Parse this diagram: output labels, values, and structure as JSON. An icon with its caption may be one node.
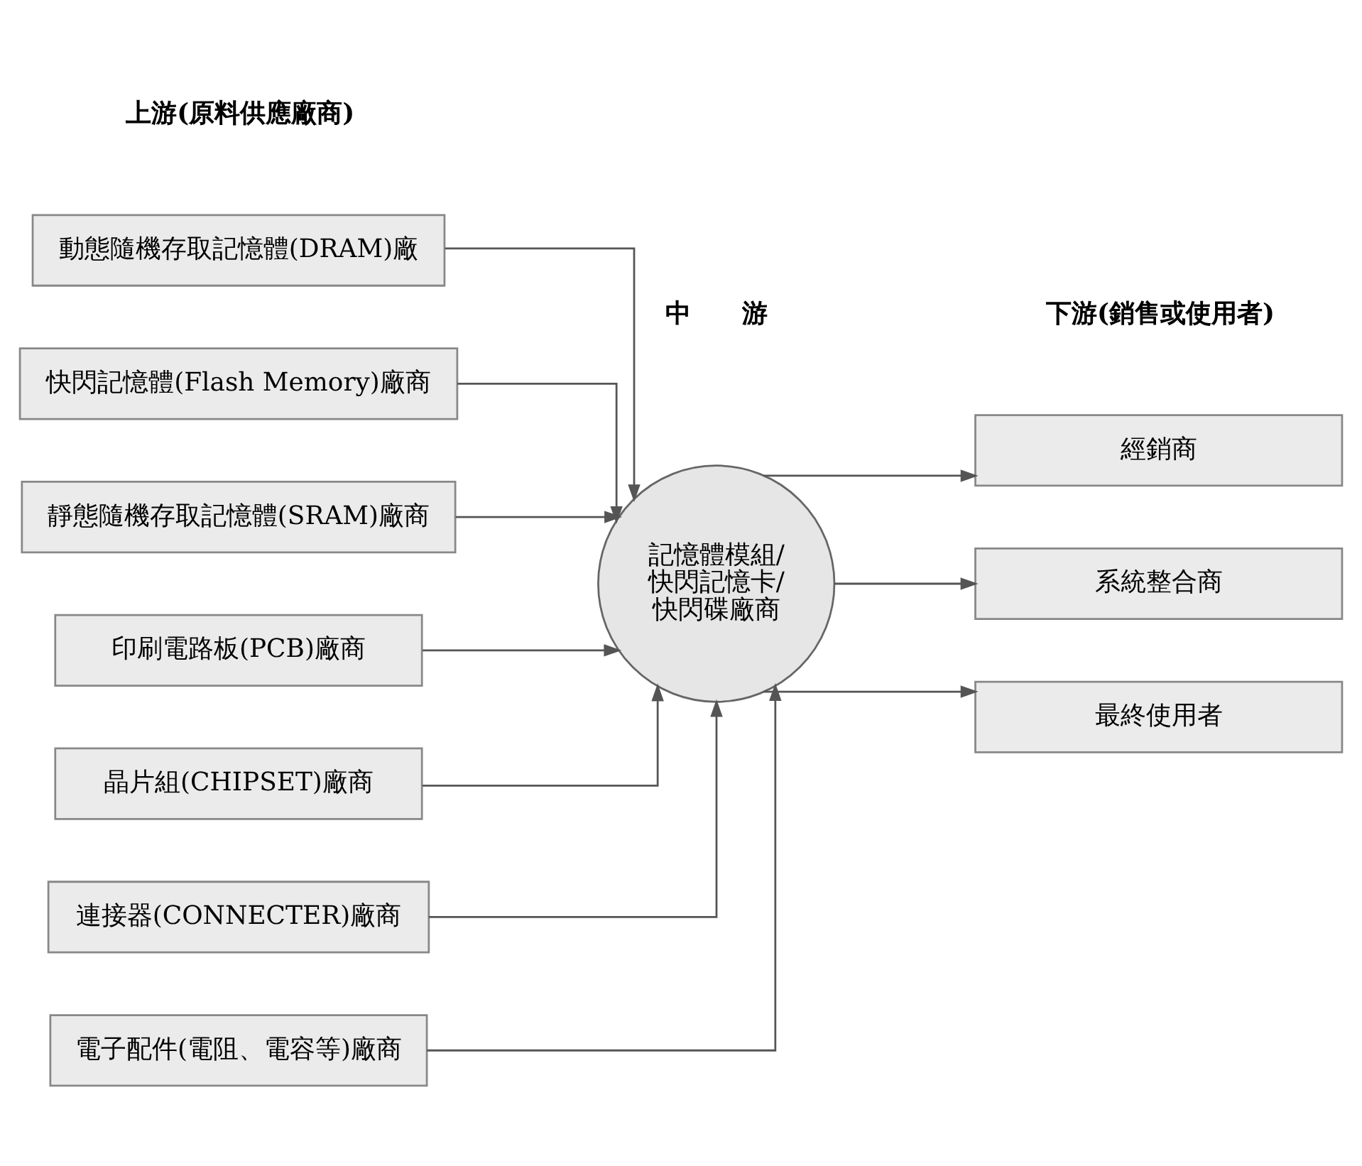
{
  "diagram": {
    "nodes": [
      {
        "text": [
          "動態隨機存取記憶體(DRAM)廠"
        ]
      },
      {
        "text": [
          "快閃記憶體(Flash Memory)廠商"
        ]
      },
      {
        "text": [
          "靜態隨機存取記憶體(SRAM)廠商"
        ]
      },
      {
        "text": [
          "印刷電路板(PCB)廠商"
        ]
      },
      {
        "text": [
          "晶片組(CHIPSET)廠商"
        ]
      },
      {
        "text": [
          "連接器(CONNECTER)廠商"
        ]
      },
      {
        "text": [
          "電子配件(電阻、電容等)廠商"
        ]
      },
      {
        "text": [
          "記憶體模組/快閃記憶卡/快閃碟廠商"
        ]
      },
      {
        "text": [
          "經銷商"
        ]
      },
      {
        "text": [
          "系統整合商"
        ]
      },
      {
        "text": [
          "最終使用者"
        ]
      }
    ],
    "edges": [
      {
        "from": 0,
        "to": 7,
        "arrow": "to"
      },
      {
        "from": 1,
        "to": 7,
        "arrow": "to"
      },
      {
        "from": 2,
        "to": 7,
        "arrow": "to"
      },
      {
        "from": 3,
        "to": 7,
        "arrow": "to"
      },
      {
        "from": 4,
        "to": 7,
        "arrow": "to"
      },
      {
        "from": 5,
        "to": 7,
        "arrow": "to"
      },
      {
        "from": 6,
        "to": 7,
        "arrow": "to"
      },
      {
        "from": 7,
        "to": 8,
        "arrow": "to"
      },
      {
        "from": 7,
        "to": 9,
        "arrow": "to"
      },
      {
        "from": 7,
        "to": 10,
        "arrow": "to"
      }
    ],
    "labels": [
      "上游(原料供應廠商)",
      "中　　游",
      "下游(銷售或使用者)"
    ]
  }
}
